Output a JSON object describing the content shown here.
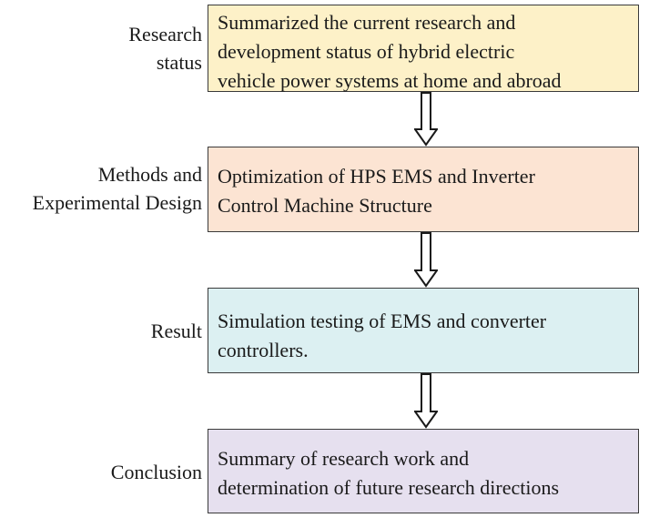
{
  "stages": [
    {
      "label_lines": [
        "Research",
        "status"
      ],
      "content_lines": [
        "Summarized the current research and",
        "development status of hybrid electric",
        "vehicle power systems at home and abroad"
      ],
      "fill": "#fdf1c8"
    },
    {
      "label_lines": [
        "Methods and",
        "Experimental Design"
      ],
      "content_lines": [
        "Optimization of HPS EMS and Inverter",
        "Control Machine Structure"
      ],
      "fill": "#fce4d3"
    },
    {
      "label_lines": [
        "Result"
      ],
      "content_lines": [
        "Simulation testing of EMS and converter",
        "controllers."
      ],
      "fill": "#dcf0f2"
    },
    {
      "label_lines": [
        "Conclusion"
      ],
      "content_lines": [
        "Summary of research work and",
        "determination of future research directions"
      ],
      "fill": "#e6e0ef"
    }
  ],
  "colors": {
    "border": "#3a3a3a",
    "arrow_stroke": "#1a1a1a",
    "text": "#1a1a1a"
  }
}
